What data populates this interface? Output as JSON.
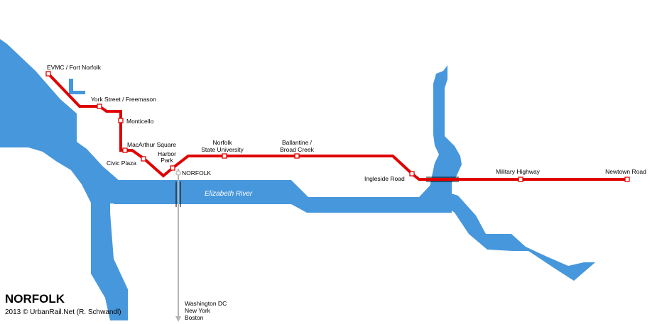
{
  "map": {
    "title": "NORFOLK",
    "credit": "2013 © UrbanRail.Net (R. Schwandl)",
    "river_label": "Elizabeth River",
    "amtrak_station": "NORFOLK",
    "amtrak_destinations": [
      "Washington DC",
      "New York",
      "Boston"
    ],
    "stations": [
      {
        "lines": [
          "EVMC / Fort Norfolk"
        ]
      },
      {
        "lines": [
          "York Street / Freemason"
        ]
      },
      {
        "lines": [
          "Monticello"
        ]
      },
      {
        "lines": [
          "MacArthur Square"
        ]
      },
      {
        "lines": [
          "Civic Plaza"
        ]
      },
      {
        "lines": [
          "Harbor",
          "Park"
        ]
      },
      {
        "lines": [
          "Norfolk",
          "State University"
        ]
      },
      {
        "lines": [
          "Ballantine /",
          "Broad Creek"
        ]
      },
      {
        "lines": [
          "Ingleside Road"
        ]
      },
      {
        "lines": [
          "Military Highway"
        ]
      },
      {
        "lines": [
          "Newtown Road"
        ]
      }
    ],
    "colors": {
      "water": "#4797dc",
      "line": "#e00000",
      "amtrak": "#b4b4b4",
      "background": "#ffffff"
    }
  }
}
